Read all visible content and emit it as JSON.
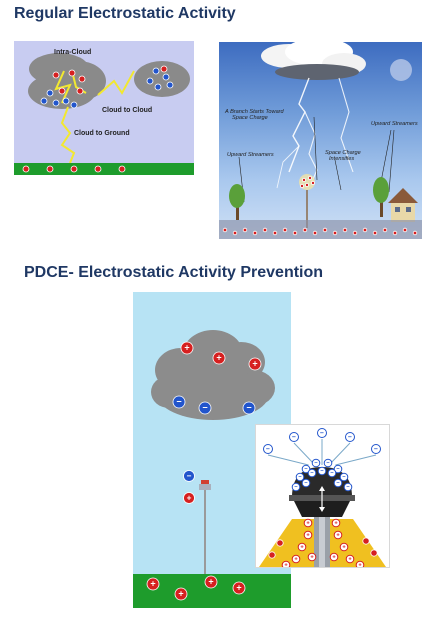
{
  "headings": {
    "regular": "Regular Electrostatic Activity",
    "prevention": "PDCE- Electrostatic Activity Prevention"
  },
  "diagram1": {
    "labels": {
      "intra_cloud": "Intra-Cloud",
      "cloud_to_cloud": "Cloud to Cloud",
      "cloud_to_ground": "Cloud to Ground"
    }
  },
  "diagram2": {
    "labels": {
      "branch": [
        "A Branch Starts Toward",
        "Space Charge"
      ],
      "upward_streamers_left": "Upward Streamers",
      "upward_streamers_right": "Upward Streamers",
      "space_charge": [
        "Space Charge",
        "Intensifies"
      ]
    }
  },
  "colors": {
    "heading": "#1f3864",
    "positive_charge": "#d62020",
    "negative_charge": "#2255cc",
    "ground": "#1e9c2c",
    "cloud": "#8c8c8c",
    "bolt": "#f0e020"
  },
  "symbols": {
    "plus": "+",
    "minus": "−"
  }
}
